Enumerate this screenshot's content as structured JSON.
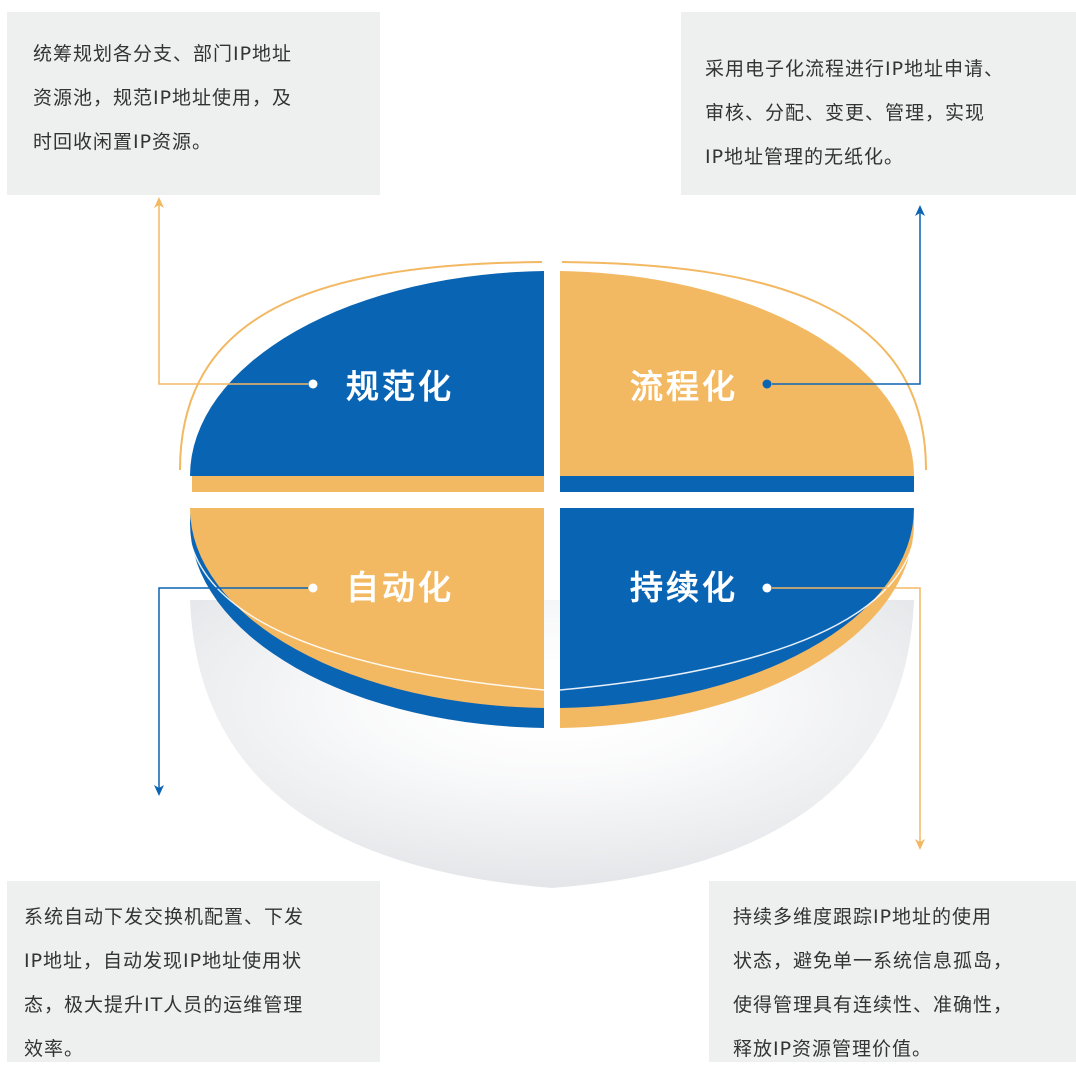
{
  "colors": {
    "blue": "#0a64b4",
    "orange": "#f3b862",
    "box_bg": "#eef0f0",
    "text": "#333333"
  },
  "quadrants": {
    "top_left": {
      "label": "规范化",
      "color": "blue"
    },
    "top_right": {
      "label": "流程化",
      "color": "orange"
    },
    "bottom_left": {
      "label": "自动化",
      "color": "orange"
    },
    "bottom_right": {
      "label": "持续化",
      "color": "blue"
    }
  },
  "descriptions": {
    "top_left": {
      "lines": [
        "统筹规划各分支、部门IP地址",
        "资源池，规范IP地址使用，及",
        "时回收闲置IP资源。"
      ]
    },
    "top_right": {
      "lines": [
        "采用电子化流程进行IP地址申请、",
        "审核、分配、变更、管理，实现",
        "IP地址管理的无纸化。"
      ]
    },
    "bottom_left": {
      "lines": [
        "系统自动下发交换机配置、下发",
        "IP地址，自动发现IP地址使用状",
        "态，极大提升IT人员的运维管理",
        "效率。"
      ]
    },
    "bottom_right": {
      "lines": [
        "持续多维度跟踪IP地址的使用",
        "状态，避免单一系统信息孤岛，",
        "使得管理具有连续性、准确性，",
        "释放IP资源管理价值。"
      ]
    }
  }
}
